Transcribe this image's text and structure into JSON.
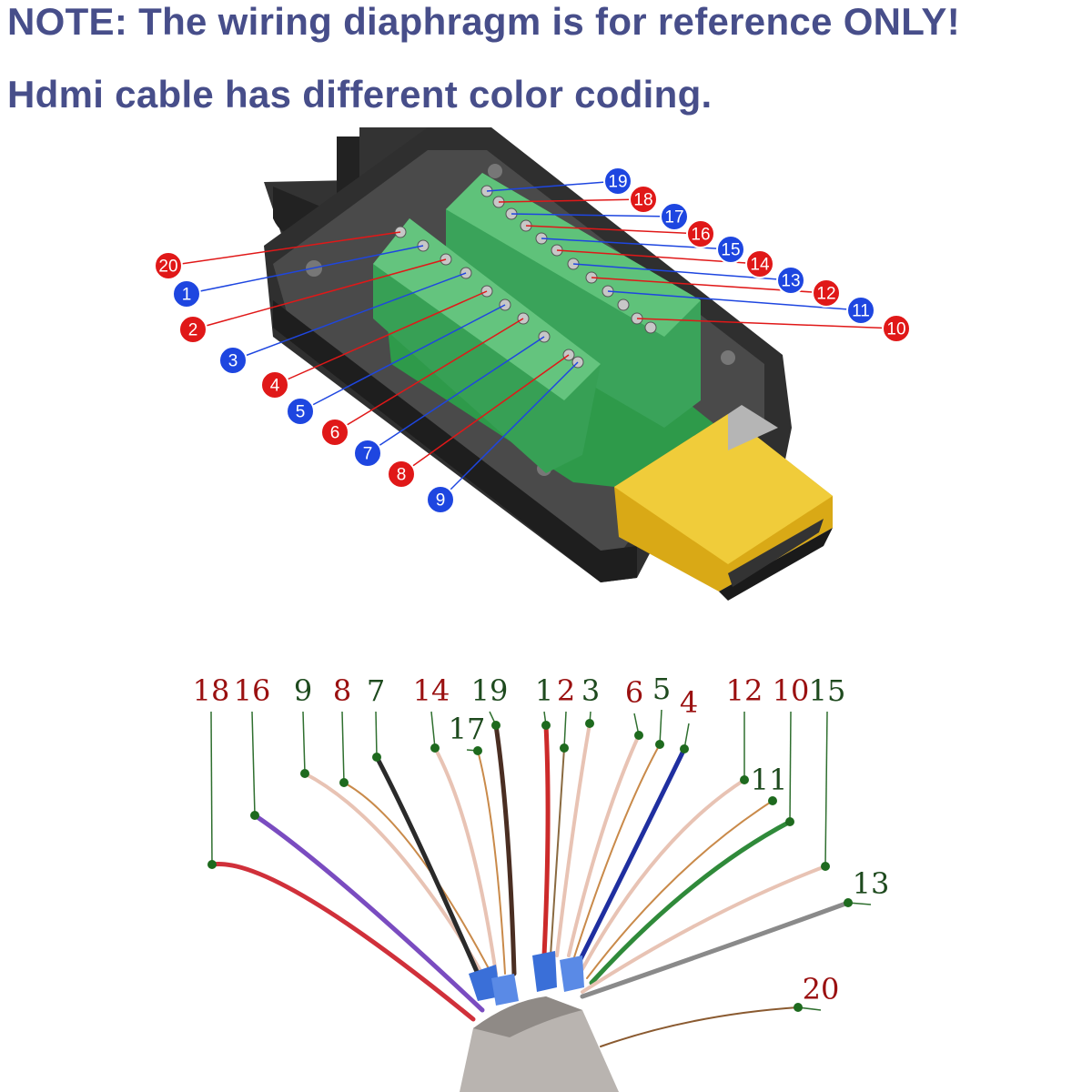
{
  "notes": {
    "line1": "NOTE: The wiring diaphragm is for reference ONLY!",
    "line2": "Hdmi cable has different color coding."
  },
  "colors": {
    "heading": "#474e8a",
    "badge_red": "#e01818",
    "badge_blue": "#1e46e0",
    "label_red": "#9a1010",
    "label_green": "#1e4a1e",
    "terminal_green": "#3aa35a",
    "housing": "#2b2b2b",
    "gold": "#d9a916"
  },
  "connector": {
    "icon": "hdmi-screw-terminal-connector",
    "pins": [
      {
        "num": "1",
        "color": "blue"
      },
      {
        "num": "2",
        "color": "red"
      },
      {
        "num": "3",
        "color": "blue"
      },
      {
        "num": "4",
        "color": "red"
      },
      {
        "num": "5",
        "color": "blue"
      },
      {
        "num": "6",
        "color": "red"
      },
      {
        "num": "7",
        "color": "blue"
      },
      {
        "num": "8",
        "color": "red"
      },
      {
        "num": "9",
        "color": "blue"
      },
      {
        "num": "10",
        "color": "red"
      },
      {
        "num": "11",
        "color": "blue"
      },
      {
        "num": "12",
        "color": "red"
      },
      {
        "num": "13",
        "color": "blue"
      },
      {
        "num": "14",
        "color": "red"
      },
      {
        "num": "15",
        "color": "blue"
      },
      {
        "num": "16",
        "color": "red"
      },
      {
        "num": "17",
        "color": "blue"
      },
      {
        "num": "18",
        "color": "red"
      },
      {
        "num": "19",
        "color": "blue"
      },
      {
        "num": "20",
        "color": "red"
      }
    ]
  },
  "cable": {
    "icon": "stripped-hdmi-cable",
    "wires": [
      {
        "num": "18",
        "label_color": "red",
        "wire_color": "#d0303a"
      },
      {
        "num": "16",
        "label_color": "red",
        "wire_color": "#7a4cc0"
      },
      {
        "num": "9",
        "label_color": "green",
        "wire_color": "#e8c3b4"
      },
      {
        "num": "8",
        "label_color": "red",
        "wire_color": "#c98a4a"
      },
      {
        "num": "7",
        "label_color": "green",
        "wire_color": "#2a2a2a"
      },
      {
        "num": "14",
        "label_color": "red",
        "wire_color": "#e8c3b4"
      },
      {
        "num": "17",
        "label_color": "green",
        "wire_color": "#c98a4a"
      },
      {
        "num": "19",
        "label_color": "green",
        "wire_color": "#4a2e22"
      },
      {
        "num": "1",
        "label_color": "green",
        "wire_color": "#cc2a2a"
      },
      {
        "num": "2",
        "label_color": "red",
        "wire_color": "#8a6a40"
      },
      {
        "num": "3",
        "label_color": "green",
        "wire_color": "#e8c3b4"
      },
      {
        "num": "6",
        "label_color": "red",
        "wire_color": "#e8c3b4"
      },
      {
        "num": "5",
        "label_color": "green",
        "wire_color": "#c98a4a"
      },
      {
        "num": "4",
        "label_color": "red",
        "wire_color": "#1f2fa0"
      },
      {
        "num": "12",
        "label_color": "red",
        "wire_color": "#e8c3b4"
      },
      {
        "num": "11",
        "label_color": "green",
        "wire_color": "#c98a4a"
      },
      {
        "num": "10",
        "label_color": "red",
        "wire_color": "#2f8a3a"
      },
      {
        "num": "15",
        "label_color": "green",
        "wire_color": "#e8c3b4"
      },
      {
        "num": "13",
        "label_color": "green",
        "wire_color": "#8a8a8a"
      },
      {
        "num": "20",
        "label_color": "red",
        "wire_color": "#8a5a30"
      }
    ]
  }
}
